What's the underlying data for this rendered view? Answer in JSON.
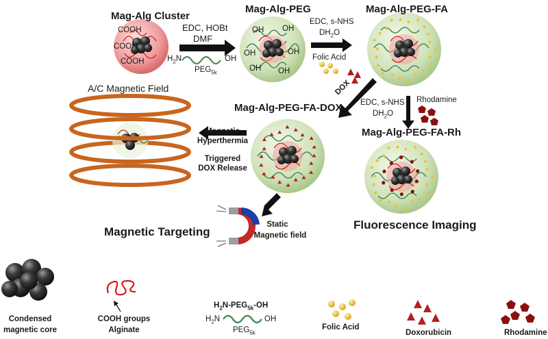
{
  "titles": {
    "mag_alg_cluster": "Mag-Alg Cluster",
    "mag_alg_peg": "Mag-Alg-PEG",
    "mag_alg_peg_fa": "Mag-Alg-PEG-FA",
    "mag_alg_peg_fa_dox": "Mag-Alg-PEG-FA-DOX",
    "mag_alg_peg_fa_rh": "Mag-Alg-PEG-FA-Rh",
    "ac_field": "A/C Magnetic Field",
    "magnetic_targeting": "Magnetic Targeting",
    "fluorescence_imaging": "Fluorescence Imaging"
  },
  "groups": {
    "cooh": "COOH",
    "oh": "OH"
  },
  "step1": {
    "reagents": "EDC, HOBt",
    "solvent": "DMF",
    "peg_left": "H",
    "peg_left_sub": "2",
    "peg_left_tail": "N",
    "peg_right": "OH",
    "peg_name": "PEG",
    "peg_name_sub": "5k"
  },
  "step2": {
    "reagents": "EDC, s-NHS",
    "solvent": "DH",
    "solvent_sub": "2",
    "solvent_tail": "O",
    "reagent": "Folic Acid"
  },
  "step3": {
    "reagent": "DOX"
  },
  "step4": {
    "reagents": "EDC, s-NHS",
    "solvent": "DH",
    "solvent_sub": "2",
    "solvent_tail": "O",
    "reagent": "Rhodamine"
  },
  "hyperthermia": [
    "Magnetic",
    "Hyperthermia",
    "Triggered",
    "DOX Release"
  ],
  "static_field": [
    "Static",
    "Magnetic field"
  ],
  "legend": {
    "core": [
      "Condensed",
      "magnetic core"
    ],
    "alginate": [
      "COOH groups",
      "Alginate"
    ],
    "peg_formula": "H",
    "peg_formula_sub1": "2",
    "peg_formula_mid": "N-PEG",
    "peg_formula_sub2": "5k",
    "peg_formula_tail": "-OH",
    "folic_acid": "Folic Acid",
    "doxorubicin": "Doxorubicin",
    "rhodamine": "Rhodamine"
  },
  "colors": {
    "cluster_fill": "#e87a7a",
    "shell_fill": "#c9dfae",
    "core": "#2e2e2e",
    "alginate": "#d01c1c",
    "peg": "#4e8a5a",
    "folic_acid": "#f0c030",
    "dox": "#b51e1e",
    "rhodamine": "#8a1010",
    "coil": "#c8651e",
    "arrow": "#111111"
  }
}
